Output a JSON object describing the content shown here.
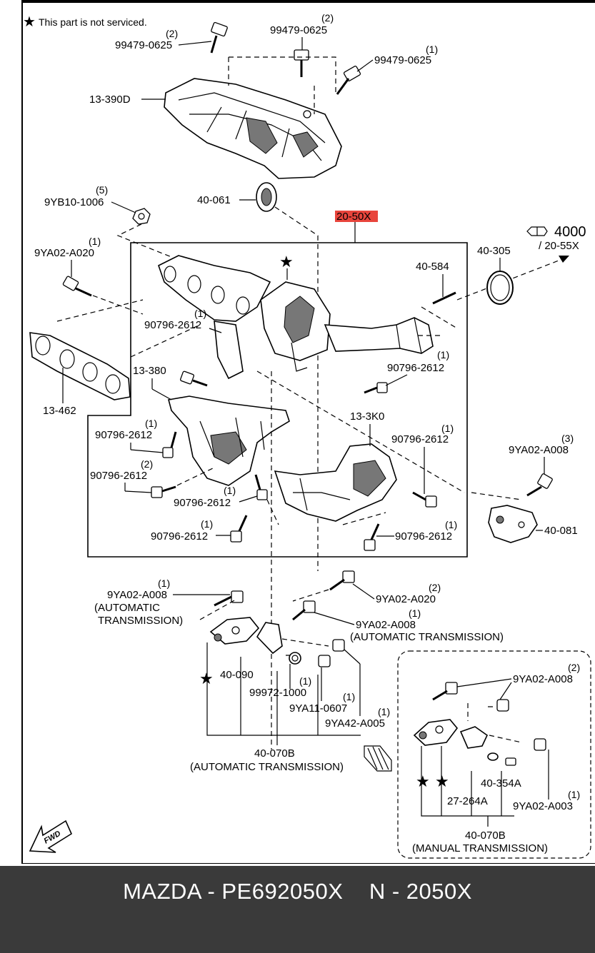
{
  "note": "This part is not serviced.",
  "note_symbol": "★",
  "highlight_color": "#e8453c",
  "labels": {
    "bolt_tl_qty": "(2)",
    "bolt_tl_no": "99479-0625",
    "bolt_tc_qty": "(2)",
    "bolt_tc_no": "99479-0625",
    "bolt_tr_qty": "(1)",
    "bolt_tr_no": "99479-0625",
    "insulator_upper": "13-390D",
    "nut_5_qty": "(5)",
    "nut_5_no": "9YB10-1006",
    "grommet": "40-061",
    "assembly": "20-50X",
    "ref_no": "4000",
    "ref_sub": "/ 20-55X",
    "gasket_ring": "40-305",
    "stud_a020_qty": "(1)",
    "stud_a020_no": "9YA02-A020",
    "stud_584": "40-584",
    "bolt_2612_a_qty": "(1)",
    "bolt_2612_a_no": "90796-2612",
    "bolt_2612_b_qty": "(1)",
    "bolt_2612_b_no": "90796-2612",
    "manifold_gasket": "13-462",
    "insulator_lower": "13-380",
    "insulator_3k0": "13-3K0",
    "bolt_2612_c_qty": "(1)",
    "bolt_2612_c_no": "90796-2612",
    "bolt_2612_d_qty": "(1)",
    "bolt_2612_d_no": "90796-2612",
    "bolt_2612_e_qty": "(2)",
    "bolt_2612_e_no": "90796-2612",
    "bolt_2612_f_qty": "(1)",
    "bolt_2612_f_no": "90796-2612",
    "bolt_2612_g_qty": "(1)",
    "bolt_2612_g_no": "90796-2612",
    "bolt_2612_h_qty": "(1)",
    "bolt_2612_h_no": "90796-2612",
    "bolt_a008_r_qty": "(3)",
    "bolt_a008_r_no": "9YA02-A008",
    "bracket_081": "40-081",
    "bolt_a008_at_qty": "(1)",
    "bolt_a008_at_no": "9YA02-A008",
    "at_line1": "(AUTOMATIC",
    "at_line2": "TRANSMISSION)",
    "bolt_a020_b_qty": "(2)",
    "bolt_a020_b_no": "9YA02-A020",
    "bolt_a008_c_qty": "(1)",
    "bolt_a008_c_no": "9YA02-A008",
    "at_full": "(AUTOMATIC TRANSMISSION)",
    "bracket_090": "40-090",
    "washer_qty": "(1)",
    "washer_no": "99972-1000",
    "bolt_0607_qty": "(1)",
    "bolt_0607_no": "9YA11-0607",
    "bolt_a005_qty": "(1)",
    "bolt_a005_no": "9YA42-A005",
    "mt_bolt_a008_qty": "(2)",
    "mt_bolt_a008_no": "9YA02-A008",
    "kit_070b_at": "40-070B",
    "kit_070b_at_note": "(AUTOMATIC TRANSMISSION)",
    "mt_354a": "40-354A",
    "mt_264a": "27-264A",
    "mt_bolt_a003_qty": "(1)",
    "mt_bolt_a003_no": "9YA02-A003",
    "kit_070b_mt": "40-070B",
    "kit_070b_mt_note": "(MANUAL TRANSMISSION)",
    "fwd": "FWD"
  },
  "footer": {
    "text": "MAZDA - PE692050X    N - 2050X"
  }
}
